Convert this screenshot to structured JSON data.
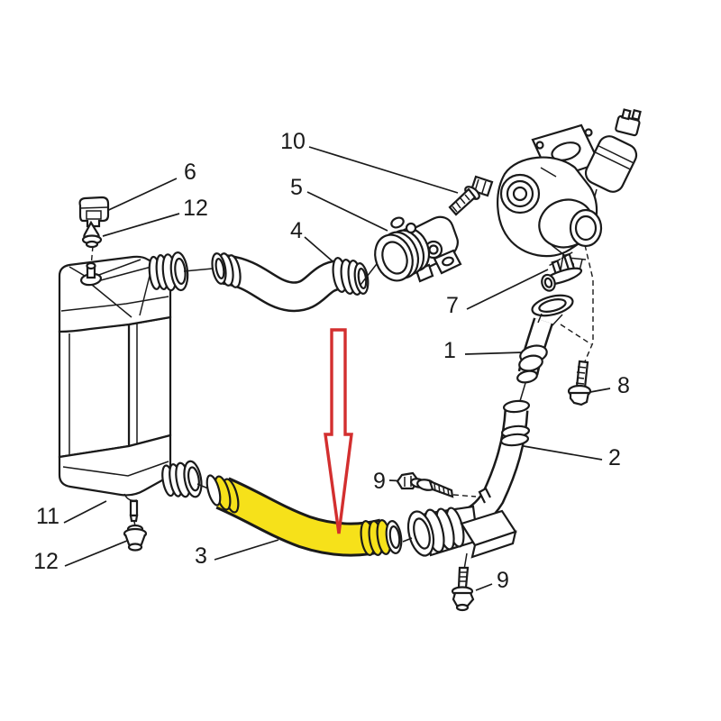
{
  "page": {
    "background": "#ffffff"
  },
  "diagram": {
    "type": "exploded-parts-diagram",
    "subject": "intercooler-turbo-hose-assembly",
    "colors": {
      "line": "#1a1a1a",
      "highlight_hose": "#f6e11a",
      "highlight_arrow": "#d32f2f",
      "shade": "#f4f4f4"
    },
    "callouts": {
      "c6": "6",
      "c12_top": "12",
      "c10": "10",
      "c5": "5",
      "c4": "4",
      "c7": "7",
      "c1": "1",
      "c8": "8",
      "c2": "2",
      "c9_upper": "9",
      "c9_lower": "9",
      "c11": "11",
      "c3": "3",
      "c12_bottom": "12"
    }
  }
}
